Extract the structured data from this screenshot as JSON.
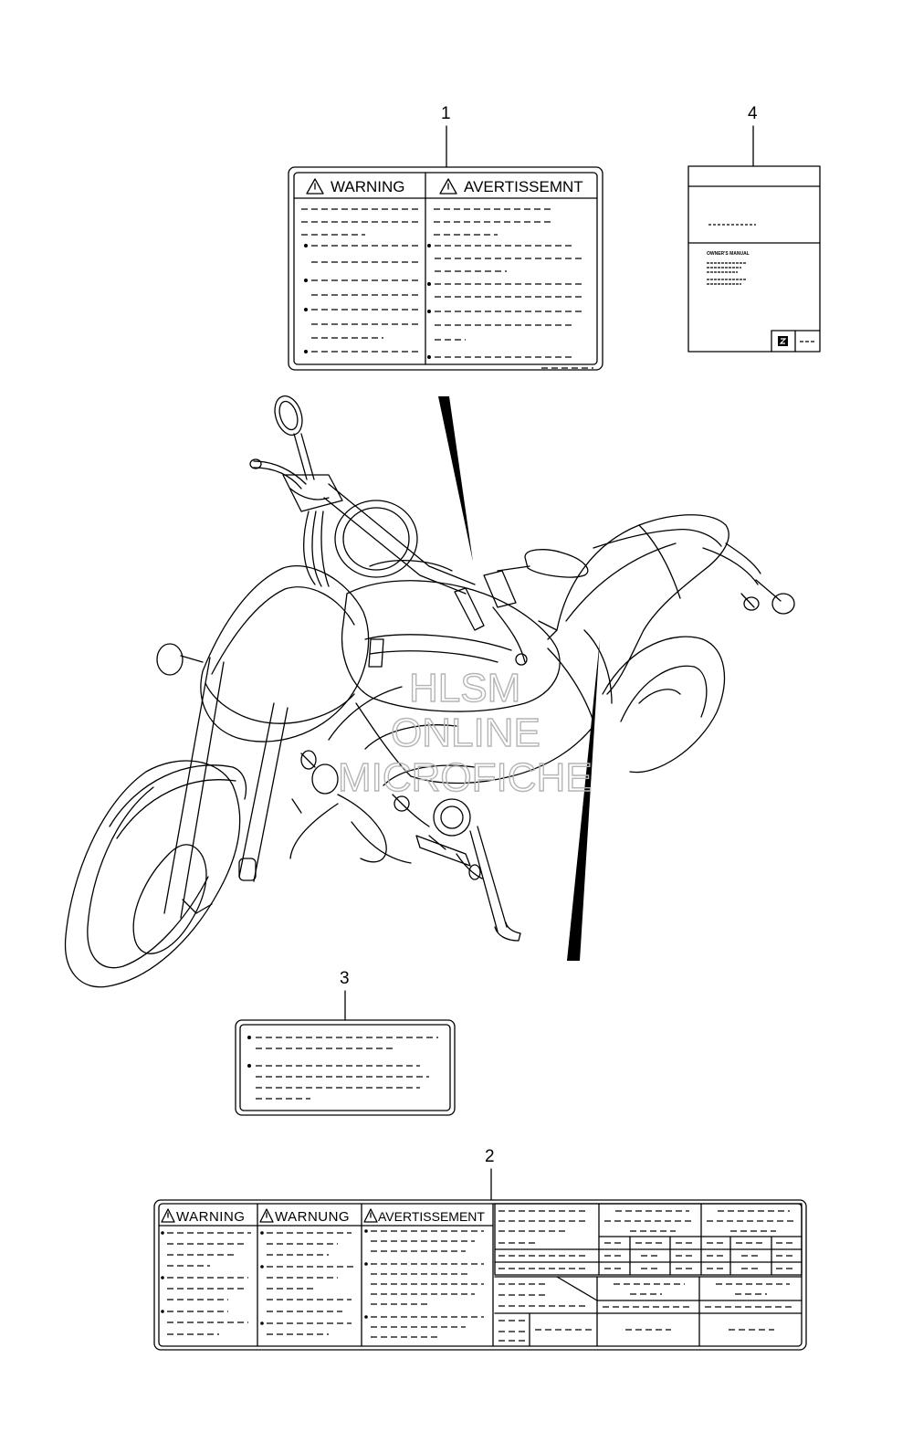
{
  "callouts": {
    "label_1": "1",
    "label_2": "2",
    "label_3": "3",
    "label_4": "4"
  },
  "label1": {
    "left_header": "WARNING",
    "right_header": "AVERTISSEMNT"
  },
  "label2": {
    "col1_header": "WARNING",
    "col2_header": "WARNUNG",
    "col3_header": "AVERTISSEMENT"
  },
  "label4": {
    "title": "OWNER'S MANUAL"
  },
  "watermark": {
    "line1": "HLSM",
    "line2": "ONLINE",
    "line3": "MICROFICHE"
  },
  "icons": {
    "warning": "warning-triangle-icon",
    "brand": "suzuki-logo-icon"
  }
}
